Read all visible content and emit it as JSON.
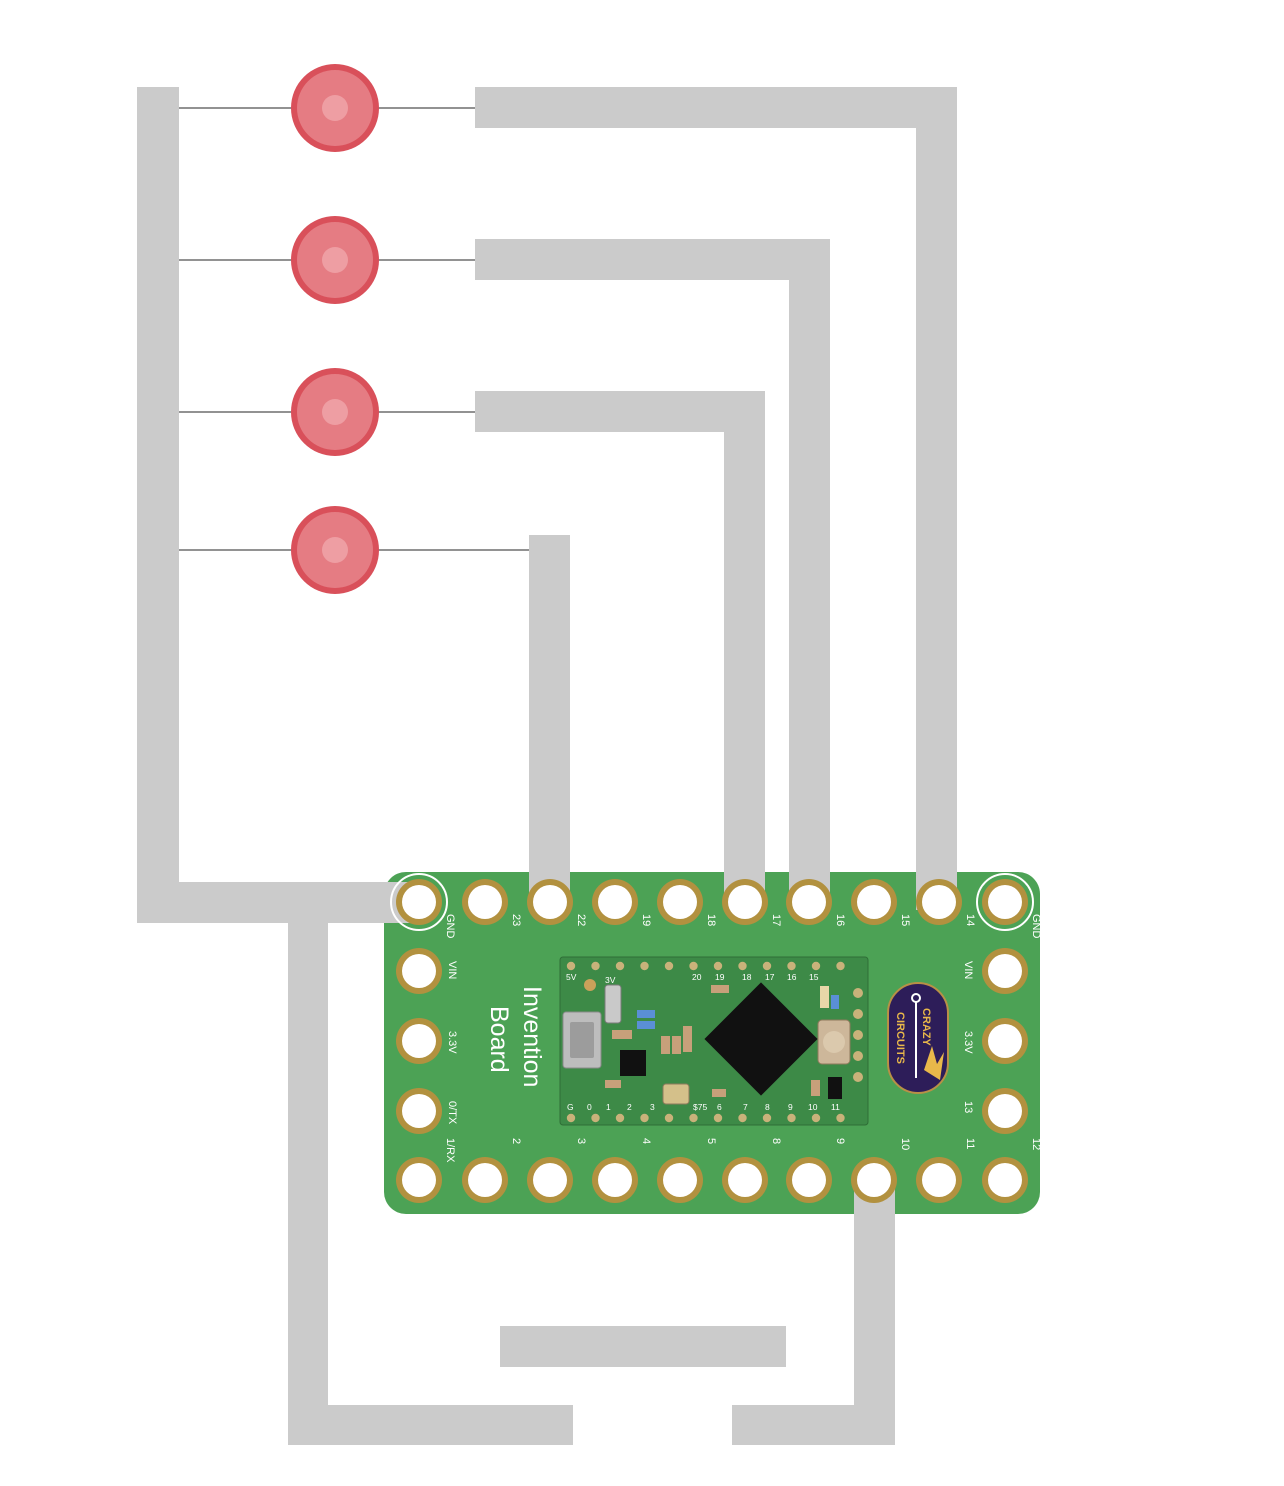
{
  "board": {
    "title_line1": "Invention",
    "title_line2": "Board",
    "logo_line1": "CRAZY",
    "logo_line2": "CIRCUITS",
    "top_pins": [
      "GND",
      "23",
      "22",
      "19",
      "18",
      "17",
      "16",
      "15",
      "14",
      "GND"
    ],
    "bottom_pins": [
      "1/RX",
      "2",
      "3",
      "4",
      "5",
      "8",
      "9",
      "10",
      "11",
      "12"
    ],
    "left_pins": [
      "VIN",
      "3.3V",
      "0/TX"
    ],
    "right_pins": [
      "VIN",
      "3.3V",
      "13"
    ],
    "chip_top_labels": [
      "5V",
      "3V",
      "20",
      "19",
      "18",
      "17",
      "16",
      "15"
    ],
    "chip_bottom_labels": [
      "G",
      "0",
      "1",
      "2",
      "3",
      "6",
      "7",
      "8",
      "9",
      "10",
      "11"
    ],
    "chip_extra_label": "$75"
  },
  "leds": [
    {
      "id": "led-1"
    },
    {
      "id": "led-2"
    },
    {
      "id": "led-3"
    },
    {
      "id": "led-4"
    }
  ],
  "colors": {
    "trace": "#cbcbcb",
    "board": "#4ca255",
    "pad": "#b2913f",
    "led": "#d9505a",
    "logo": "#2d1d59"
  }
}
